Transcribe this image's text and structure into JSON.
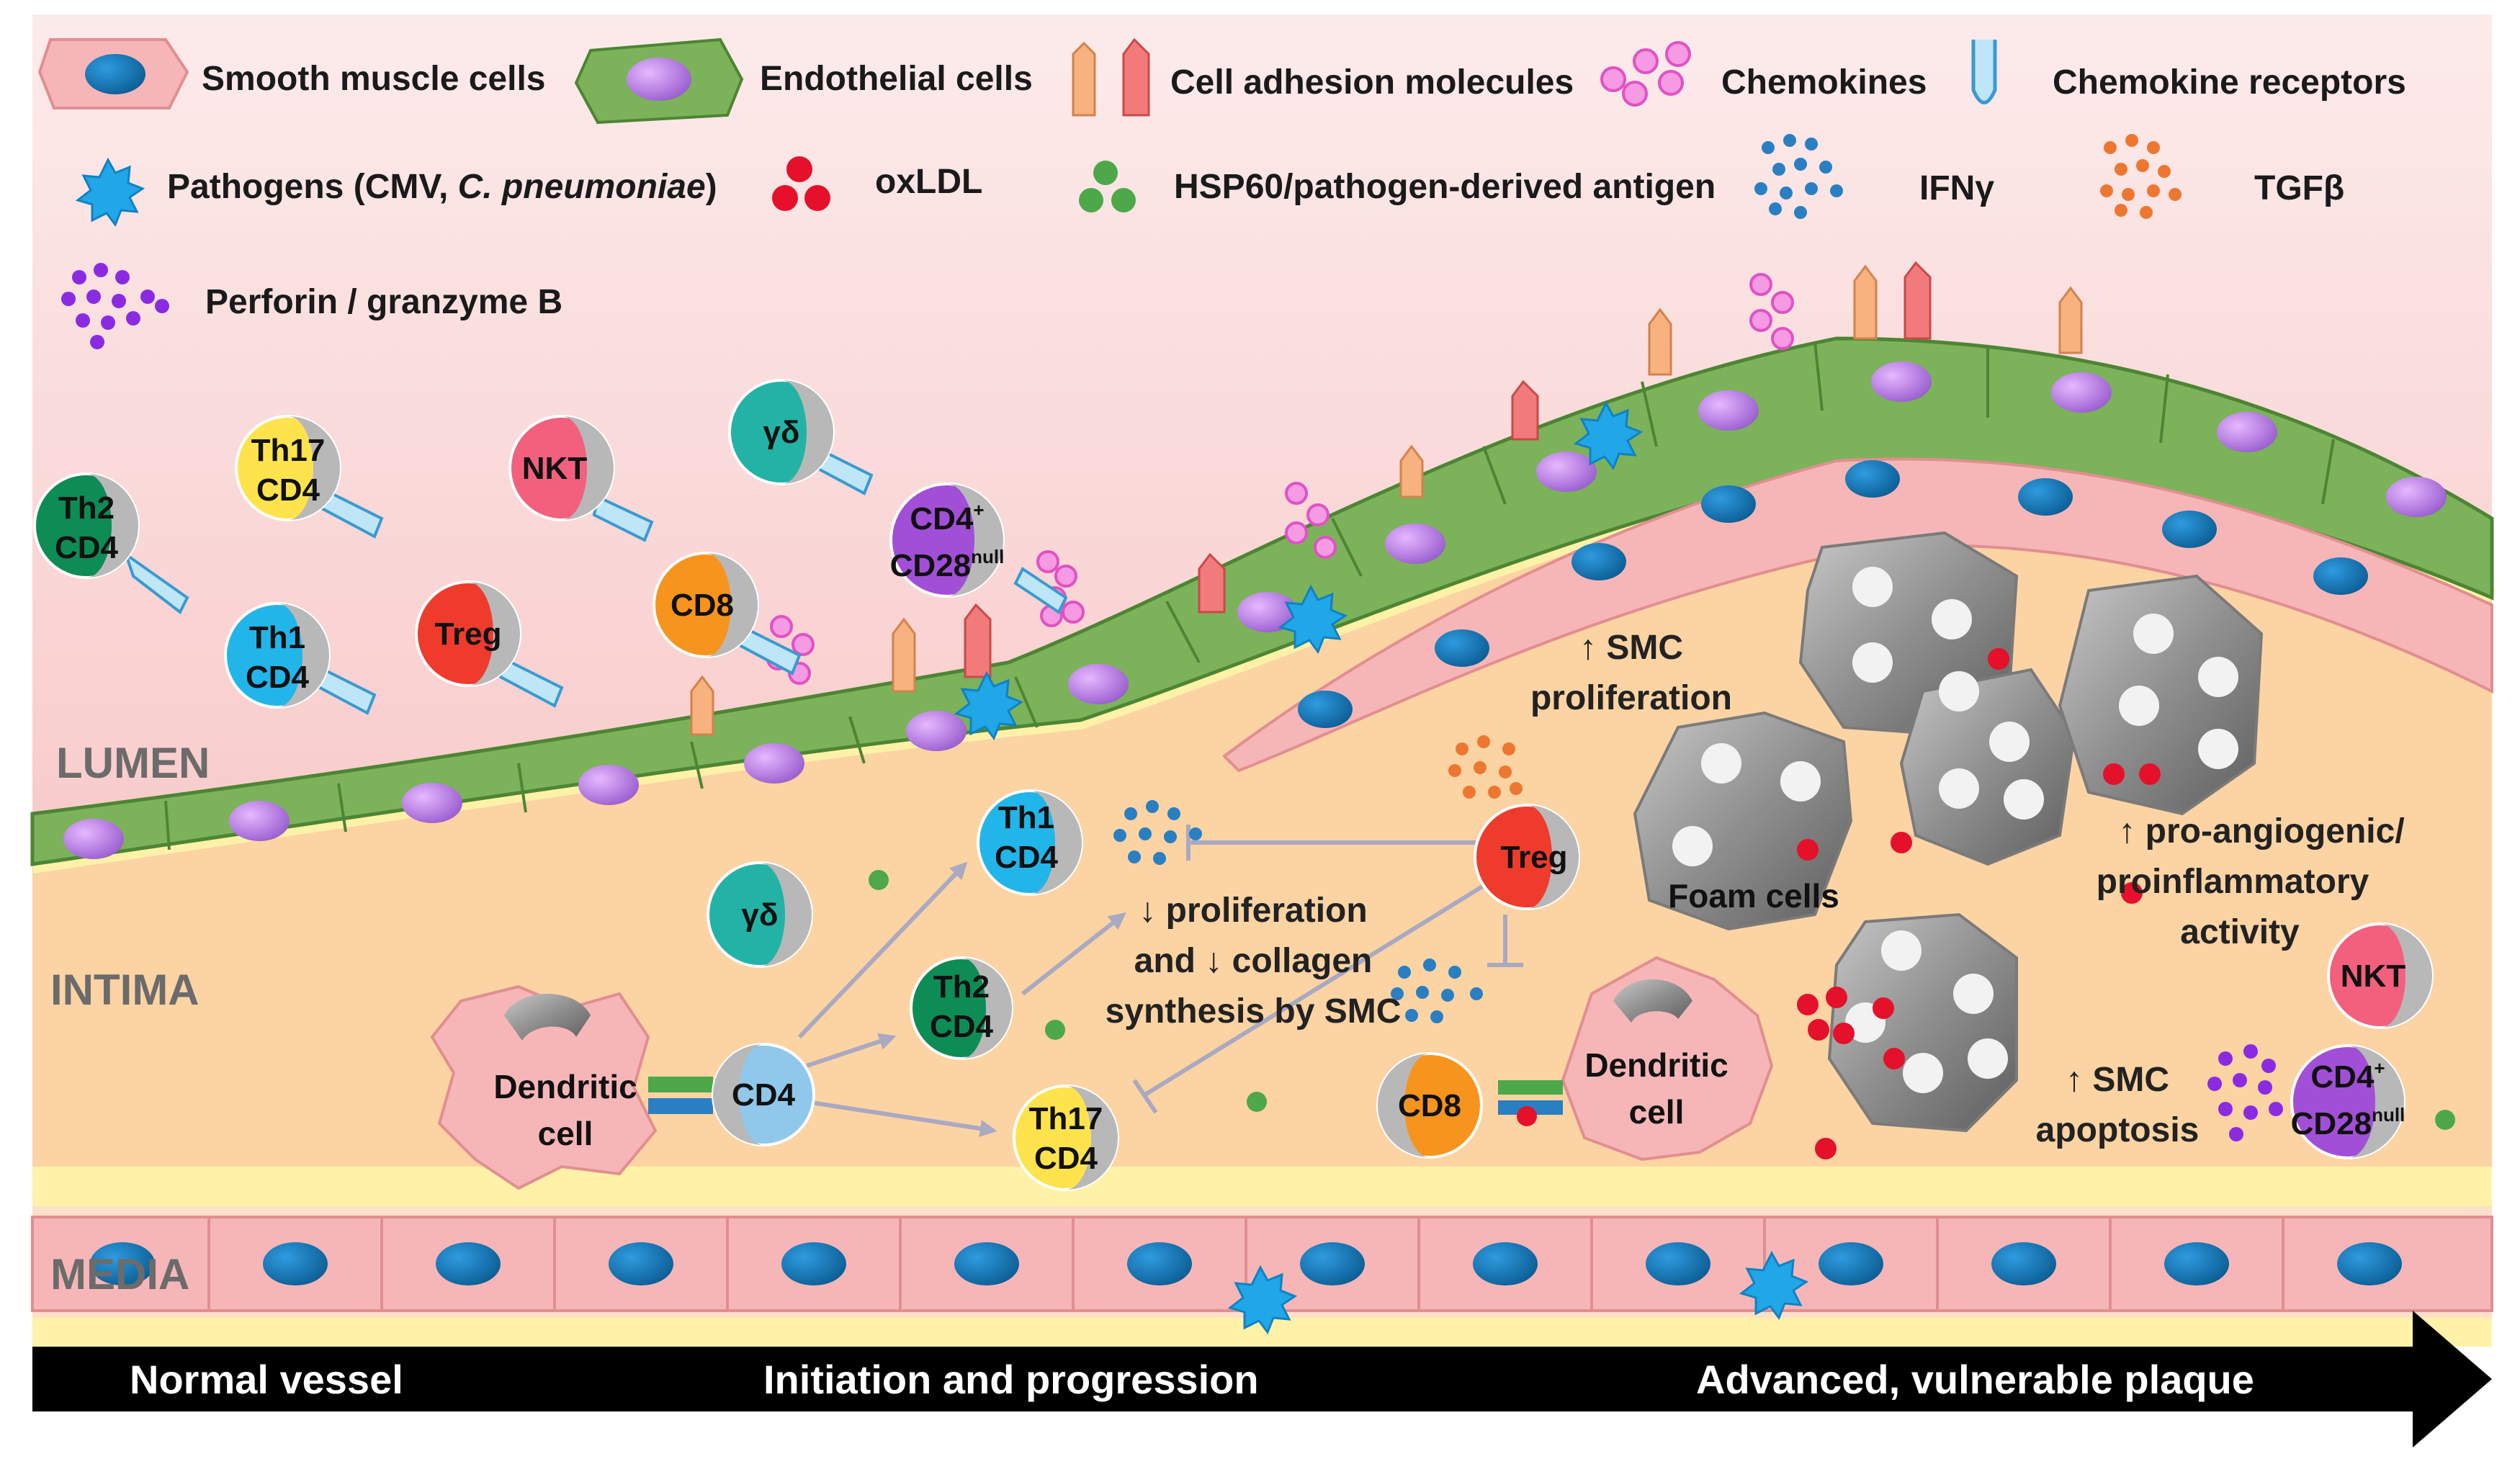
{
  "legend": {
    "smooth_muscle": "Smooth muscle cells",
    "endothelial": "Endothelial cells",
    "adhesion": "Cell adhesion molecules",
    "chemokines": "Chemokines",
    "receptors": "Chemokine receptors",
    "pathogens_pre": "Pathogens (CMV, ",
    "pathogens_italic": "C. pneumoniae",
    "pathogens_post": ")",
    "oxldl": "oxLDL",
    "hsp60": "HSP60/pathogen-derived antigen",
    "ifng": "IFNγ",
    "tgfb": "TGFβ",
    "perforin": "Perforin / granzyme B"
  },
  "regions": {
    "lumen": "LUMEN",
    "intima": "INTIMA",
    "media": "MEDIA"
  },
  "cells": {
    "th2": [
      "Th2",
      "CD4"
    ],
    "th17": [
      "Th17",
      "CD4"
    ],
    "th1": [
      "Th1",
      "CD4"
    ],
    "nkt": "NKT",
    "treg": "Treg",
    "gd": "γδ",
    "cd8": "CD8",
    "cd4": "CD4",
    "cd4_plus": "CD4",
    "cd4_plus_sup": "+",
    "cd28": "CD28",
    "cd28_sup": "null",
    "dendritic": [
      "Dendritic",
      "cell"
    ],
    "foam": "Foam cells"
  },
  "notes": {
    "smc_prolif": [
      "↑ SMC",
      "proliferation"
    ],
    "down_prolif": [
      "↓ proliferation",
      "and ↓ collagen",
      "synthesis by SMC"
    ],
    "angio": [
      "↑ pro-angiogenic/",
      "proinflammatory",
      "activity"
    ],
    "smc_apop": [
      "↑ SMC",
      "apoptosis"
    ]
  },
  "timeline": {
    "normal": "Normal vessel",
    "initiation": "Initiation and progression",
    "advanced": "Advanced, vulnerable plaque"
  },
  "colors": {
    "lumen_top": "#fbe3e3",
    "lumen_bottom": "#f3b3b5",
    "intima": "#fcd6a6",
    "endothelium": "#7cb25a",
    "smc": "#f6b6b8",
    "nucleus": "#1677b5",
    "oxldl": "#e5102a",
    "hsp60": "#4da84a",
    "ifng": "#2a7fc3",
    "tgfb": "#ed7730",
    "perforin": "#8a2be2",
    "chemokine": "#f25dd0"
  }
}
